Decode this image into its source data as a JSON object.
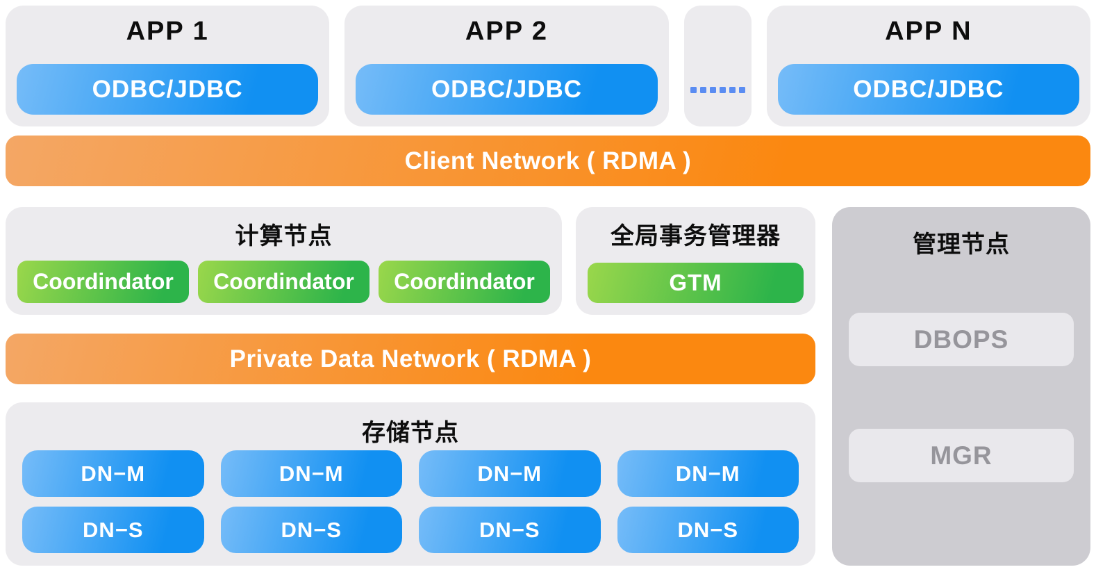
{
  "colors": {
    "panel_bg": "#ECEBEE",
    "management_panel_bg": "#CDCCD1",
    "management_pill_bg": "#E9E8EC",
    "management_pill_text": "#96959B",
    "blue_gradient_from": "#76BCF8",
    "blue_gradient_to": "#1190F2",
    "orange_gradient_from": "#F4A765",
    "orange_gradient_to": "#FB8810",
    "green_gradient_from": "#9AD74B",
    "green_gradient_to": "#2DB44A",
    "ellipsis_dot_color": "#5A8CF2",
    "title_text": "#0D0D0D"
  },
  "apps": [
    {
      "title": "APP 1",
      "pill": "ODBC/JDBC"
    },
    {
      "title": "APP 2",
      "pill": "ODBC/JDBC"
    },
    {
      "title": "APP N",
      "pill": "ODBC/JDBC"
    }
  ],
  "ellipsis_dot_count": 6,
  "client_network": {
    "label": "Client Network ( RDMA )"
  },
  "compute": {
    "title": "计算节点",
    "pills": [
      "Coordindator",
      "Coordindator",
      "Coordindator"
    ]
  },
  "gtm": {
    "title": "全局事务管理器",
    "pill": "GTM"
  },
  "management": {
    "title": "管理节点",
    "pills": [
      "DBOPS",
      "MGR"
    ]
  },
  "private_network": {
    "label": "Private Data Network ( RDMA )"
  },
  "storage": {
    "title": "存储节点",
    "columns": [
      {
        "master": "DN−M",
        "slave": "DN−S"
      },
      {
        "master": "DN−M",
        "slave": "DN−S"
      },
      {
        "master": "DN−M",
        "slave": "DN−S"
      },
      {
        "master": "DN−M",
        "slave": "DN−S"
      }
    ]
  }
}
